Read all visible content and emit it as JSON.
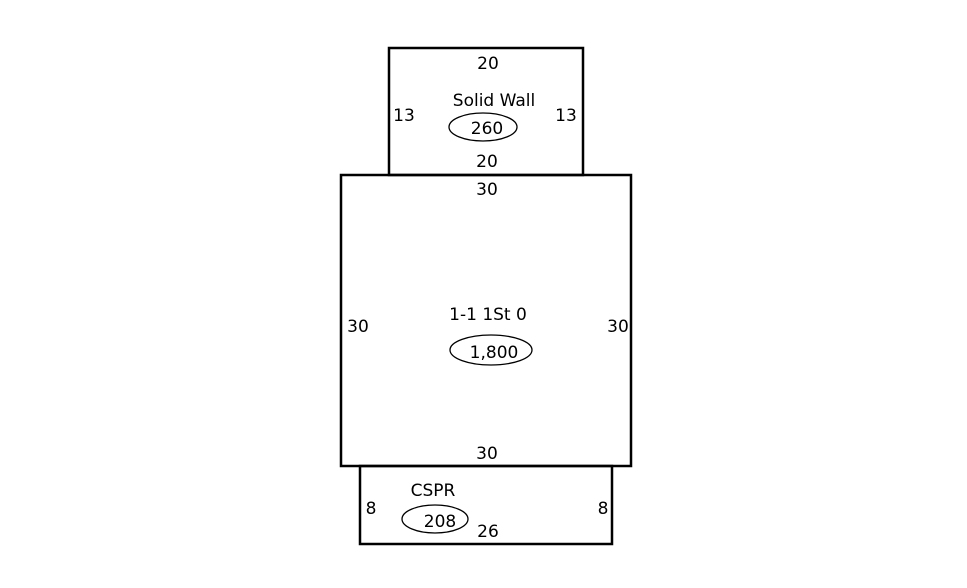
{
  "sketch": {
    "top_section": {
      "label": "Solid Wall",
      "area": "260",
      "top_dim": "20",
      "bottom_dim": "20",
      "left_dim": "13",
      "right_dim": "13"
    },
    "main_section": {
      "label": "1-1 1St 0",
      "area": "1,800",
      "top_dim": "30",
      "bottom_dim": "30",
      "left_dim": "30",
      "right_dim": "30"
    },
    "bottom_section": {
      "label": "CSPR",
      "area": "208",
      "bottom_dim": "26",
      "left_dim": "8",
      "right_dim": "8"
    }
  }
}
